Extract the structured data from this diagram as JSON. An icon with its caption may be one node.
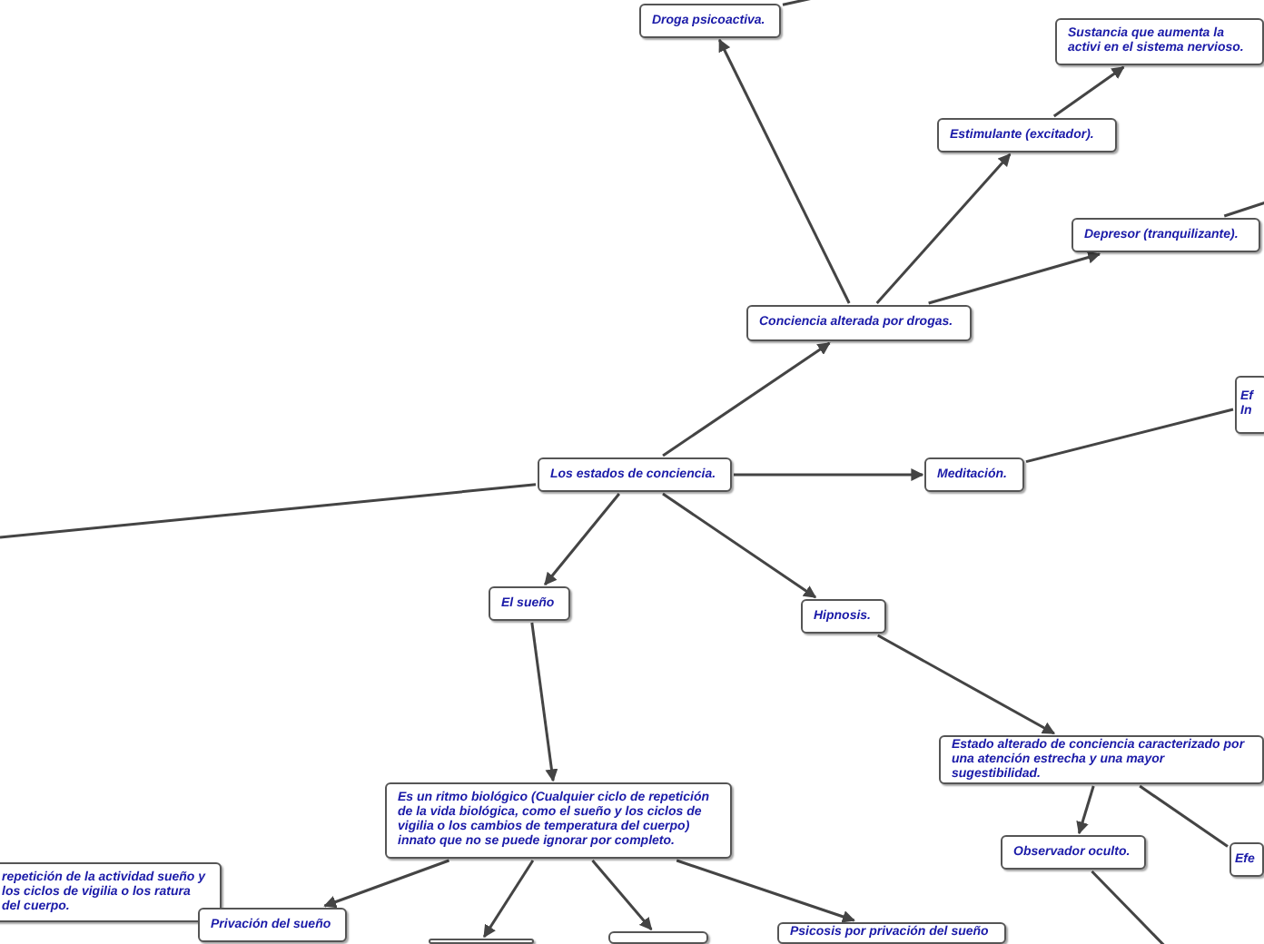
{
  "diagram": {
    "nodes": [
      {
        "text": [
          "Droga psicoactiva."
        ]
      },
      {
        "text": [
          "Sustancia que aumenta la activi en el sistema nervioso."
        ]
      },
      {
        "text": [
          "Estimulante (excitador)."
        ]
      },
      {
        "text": [
          "Depresor (tranquilizante)."
        ]
      },
      {
        "text": [
          "Conciencia alterada por drogas."
        ]
      },
      {
        "text": [
          "Los estados de conciencia."
        ]
      },
      {
        "text": [
          "Meditación."
        ]
      },
      {
        "text": [
          "Ef In"
        ]
      },
      {
        "text": [
          "El sueño"
        ]
      },
      {
        "text": [
          "Hipnosis."
        ]
      },
      {
        "text": [
          "Estado alterado de conciencia caracterizado por una atención estrecha y una mayor sugestibilidad."
        ]
      },
      {
        "text": [
          "Es un ritmo biológico (Cualquier ciclo de repetición de la vida biológica, como el sueño y los ciclos de vigilia o los cambios de temperatura del cuerpo) innato que no se puede ignorar por completo."
        ]
      },
      {
        "text": [
          "Observador oculto."
        ]
      },
      {
        "text": [
          "Efe"
        ]
      },
      {
        "text": [
          "repetición de la actividad sueño y los ciclos de vigilia o los ratura del cuerpo."
        ]
      },
      {
        "text": [
          "Privación del sueño"
        ]
      },
      {
        "text": [],
        "shape": "box"
      },
      {
        "text": [],
        "shape": "box"
      },
      {
        "text": [
          "Psicosis por privación del sueño"
        ]
      }
    ],
    "edges": [
      {
        "from": 4,
        "to": 0,
        "arrow": "to"
      },
      {
        "from": 0,
        "to": null,
        "arrow": "none"
      },
      {
        "from": 4,
        "to": 2,
        "arrow": "to"
      },
      {
        "from": 2,
        "to": 1,
        "arrow": "to"
      },
      {
        "from": 4,
        "to": 3,
        "arrow": "to"
      },
      {
        "from": 3,
        "to": null,
        "arrow": "none"
      },
      {
        "from": 5,
        "to": 4,
        "arrow": "to"
      },
      {
        "from": 5,
        "to": 6,
        "arrow": "to"
      },
      {
        "from": 6,
        "to": 7,
        "arrow": "none"
      },
      {
        "from": 5,
        "to": null,
        "arrow": "none"
      },
      {
        "from": 5,
        "to": 8,
        "arrow": "to"
      },
      {
        "from": 5,
        "to": 9,
        "arrow": "to"
      },
      {
        "from": 8,
        "to": 11,
        "arrow": "to"
      },
      {
        "from": 9,
        "to": 10,
        "arrow": "to"
      },
      {
        "from": 10,
        "to": 12,
        "arrow": "to"
      },
      {
        "from": 10,
        "to": 13,
        "arrow": "none"
      },
      {
        "from": 12,
        "to": null,
        "arrow": "none"
      },
      {
        "from": 11,
        "to": 15,
        "arrow": "to"
      },
      {
        "from": 11,
        "to": 16,
        "arrow": "to"
      },
      {
        "from": 11,
        "to": 17,
        "arrow": "to"
      },
      {
        "from": 11,
        "to": 18,
        "arrow": "to"
      }
    ]
  }
}
